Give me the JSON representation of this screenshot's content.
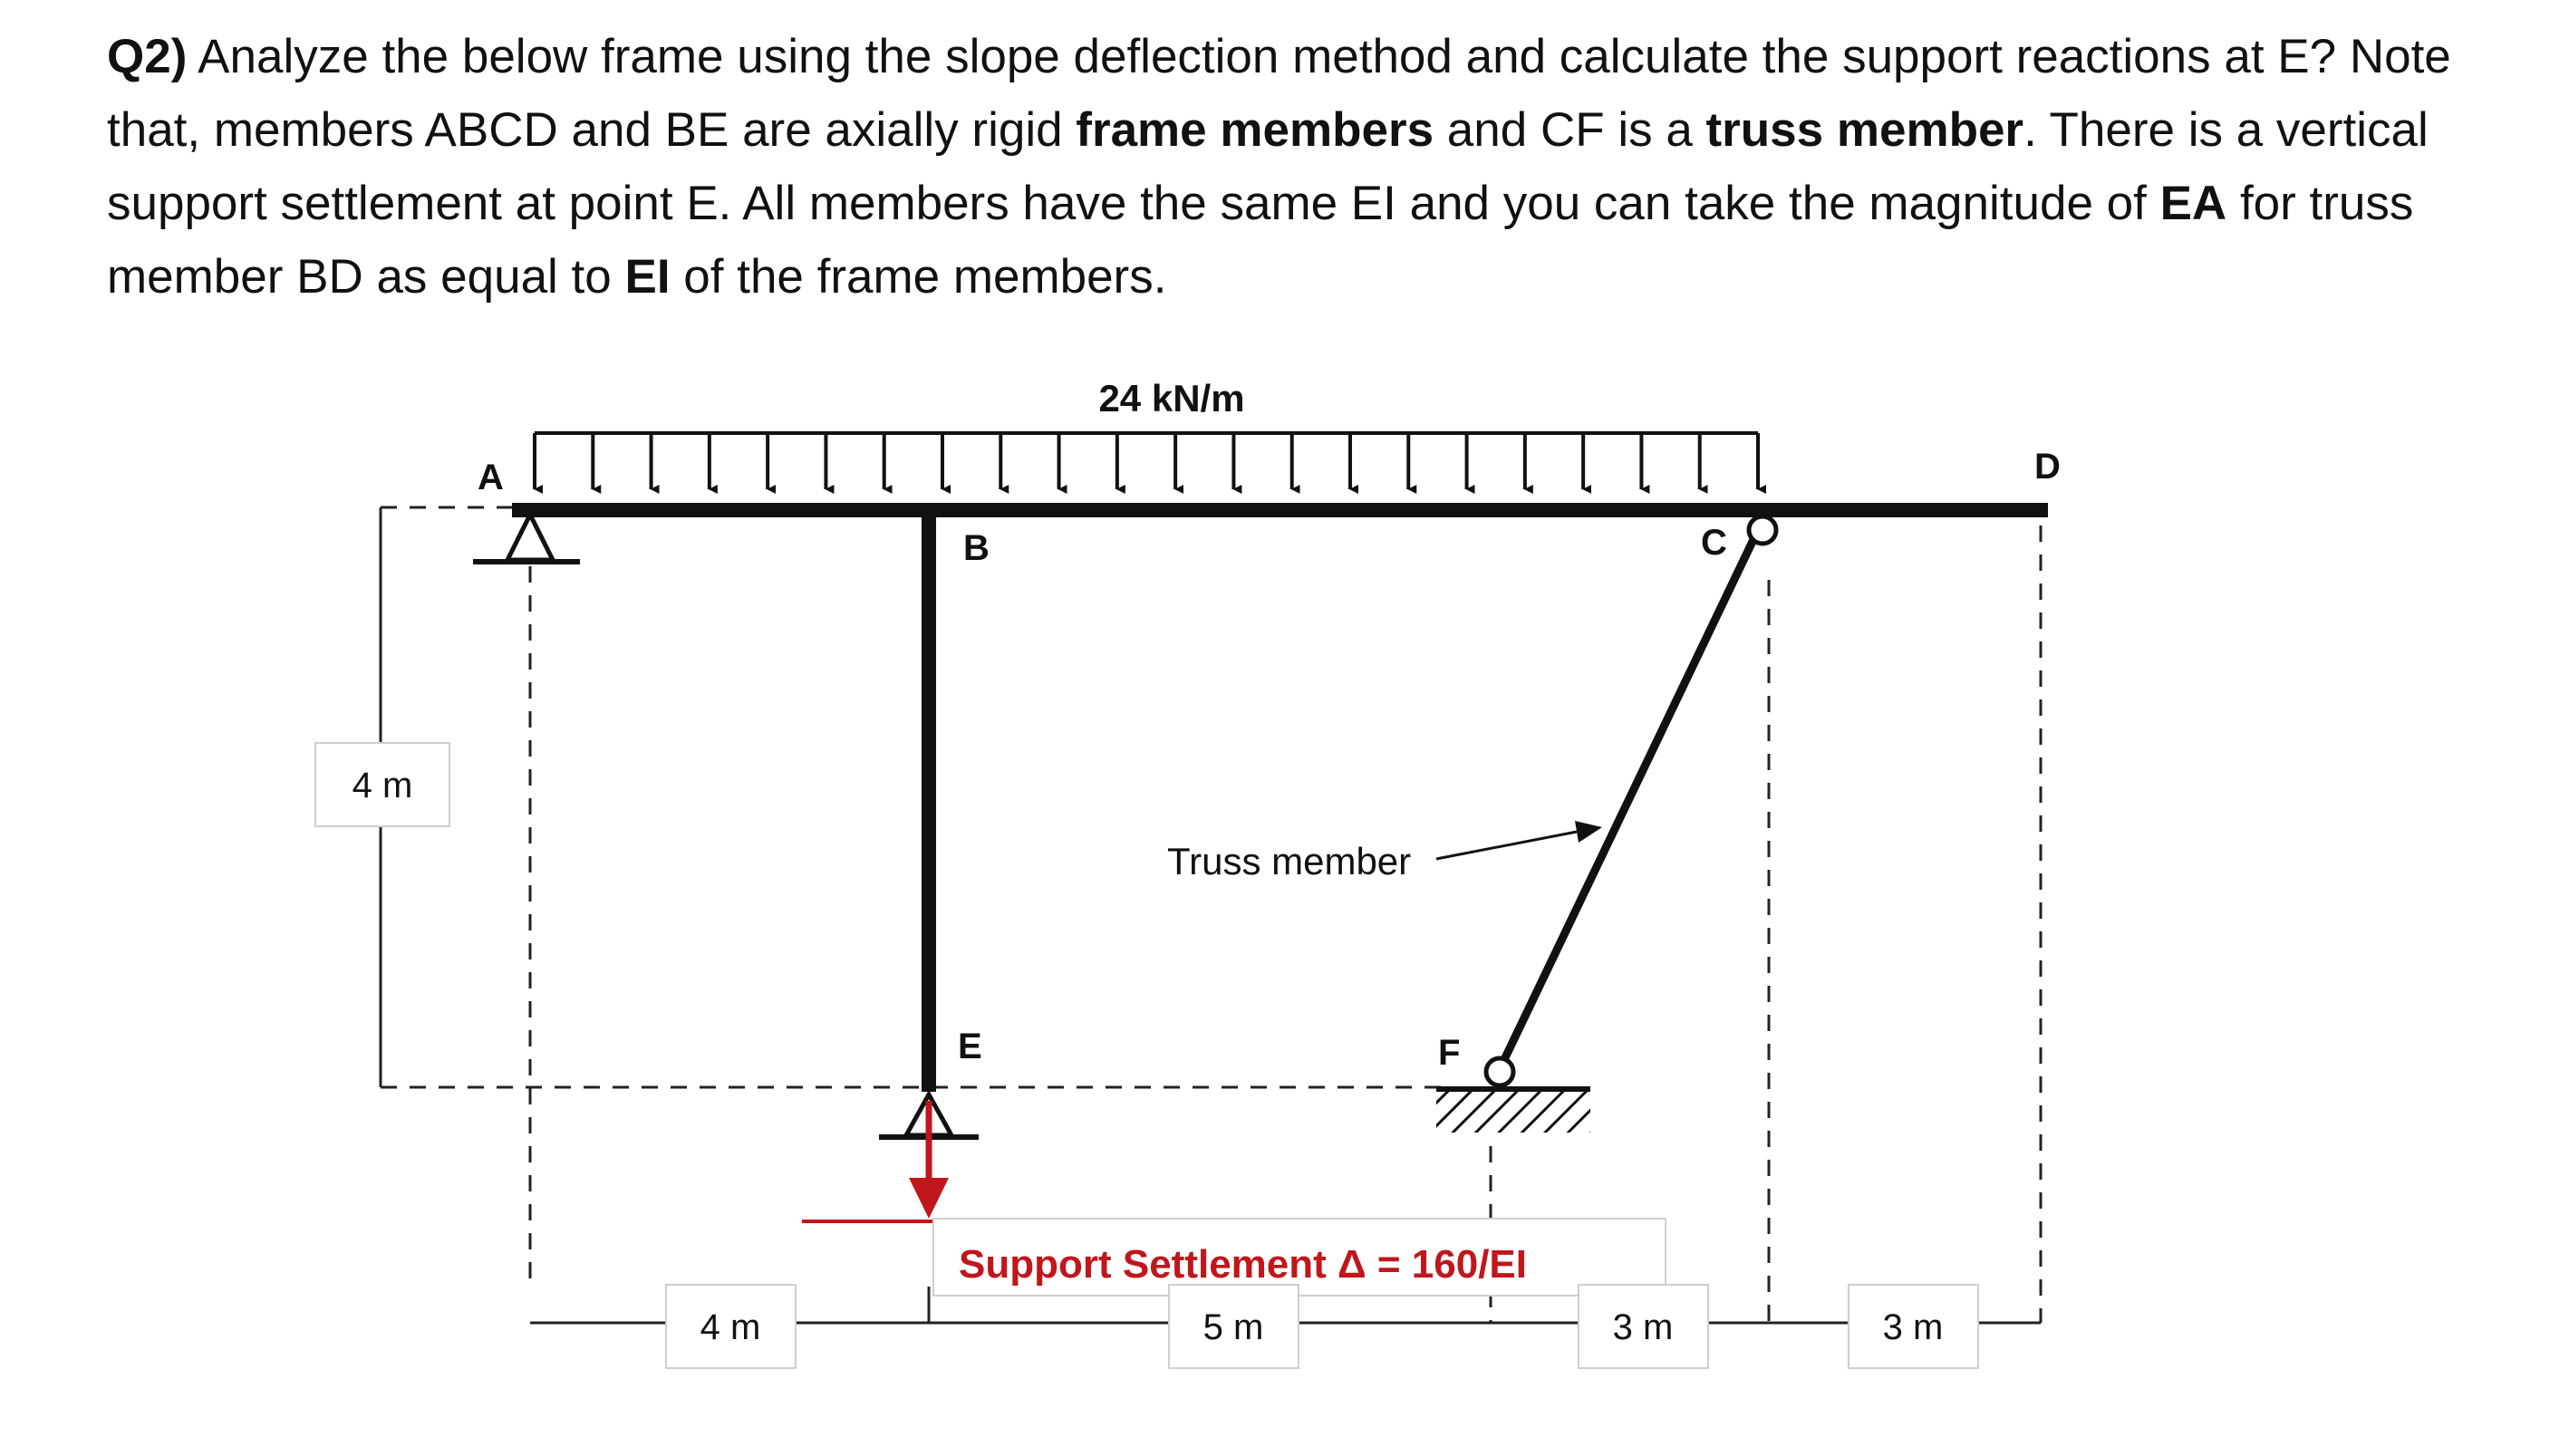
{
  "question": {
    "q_label": "Q2)",
    "seg1": " Analyze the below frame using the slope deflection method and calculate the support reactions at E? Note that, members ABCD and BE are axially rigid ",
    "frame_members": "frame members",
    "seg2": " and CF is a ",
    "truss_member": "truss member",
    "seg3": ". There is a vertical support settlement at point E. All members have the same EI and you can take the magnitude of ",
    "ea": "EA",
    "seg4": " for truss member BD as equal to ",
    "ei": "EI",
    "seg5": " of the frame members."
  },
  "diagram": {
    "load_label": "24 kN/m",
    "points": {
      "A": "A",
      "B": "B",
      "C": "C",
      "D": "D",
      "E": "E",
      "F": "F"
    },
    "truss_label": "Truss member",
    "settlement_label": "Support Settlement Δ = 160/EI",
    "height_dim": "4 m",
    "spans": [
      "4 m",
      "5 m",
      "3 m",
      "3 m"
    ],
    "colors": {
      "member": "#111111",
      "settlement": "#c0161c",
      "dim_line": "#222222"
    }
  }
}
